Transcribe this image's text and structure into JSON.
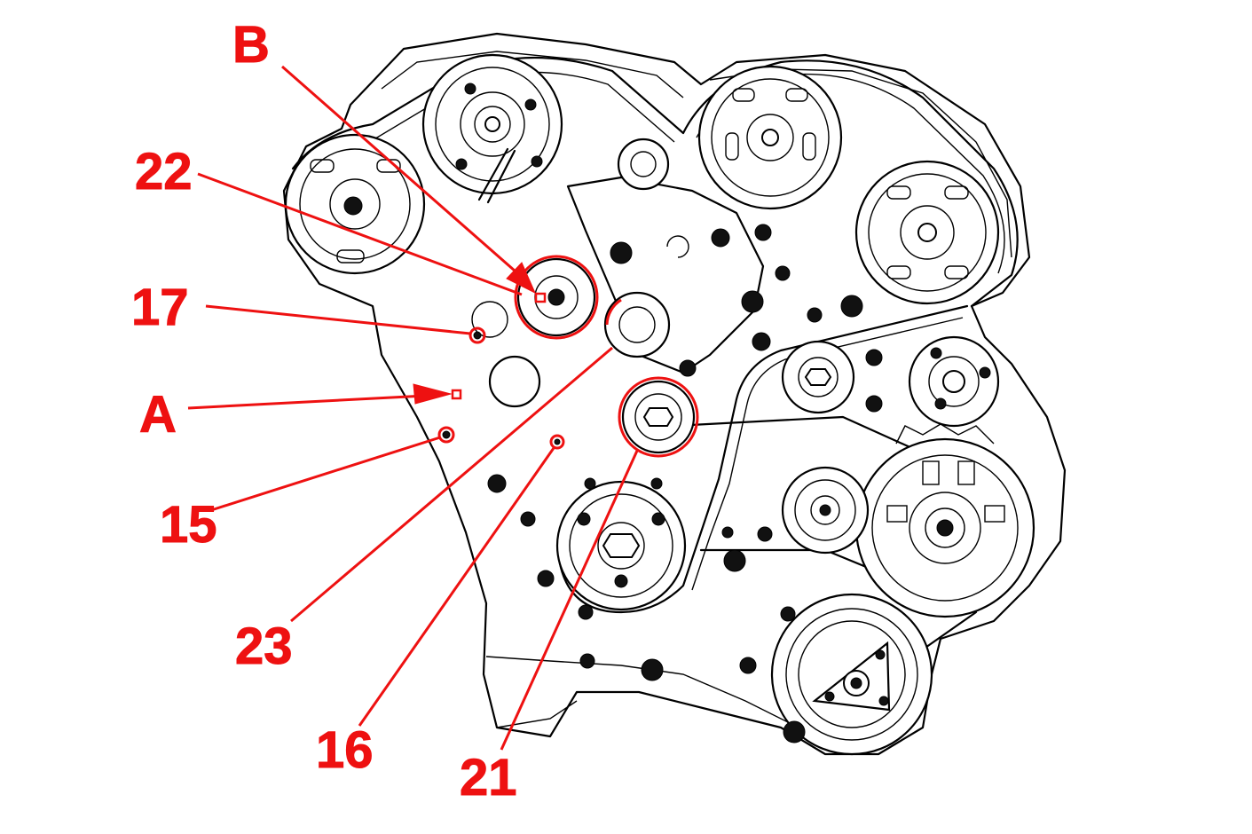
{
  "diagram": {
    "callouts": [
      {
        "id": "B",
        "label": "B"
      },
      {
        "id": "22",
        "label": "22"
      },
      {
        "id": "17",
        "label": "17"
      },
      {
        "id": "A",
        "label": "A"
      },
      {
        "id": "15",
        "label": "15"
      },
      {
        "id": "23",
        "label": "23"
      },
      {
        "id": "16",
        "label": "16"
      },
      {
        "id": "21",
        "label": "21"
      }
    ],
    "colors": {
      "callout": "#ee1111",
      "linework": "#000000",
      "background": "#ffffff"
    }
  }
}
